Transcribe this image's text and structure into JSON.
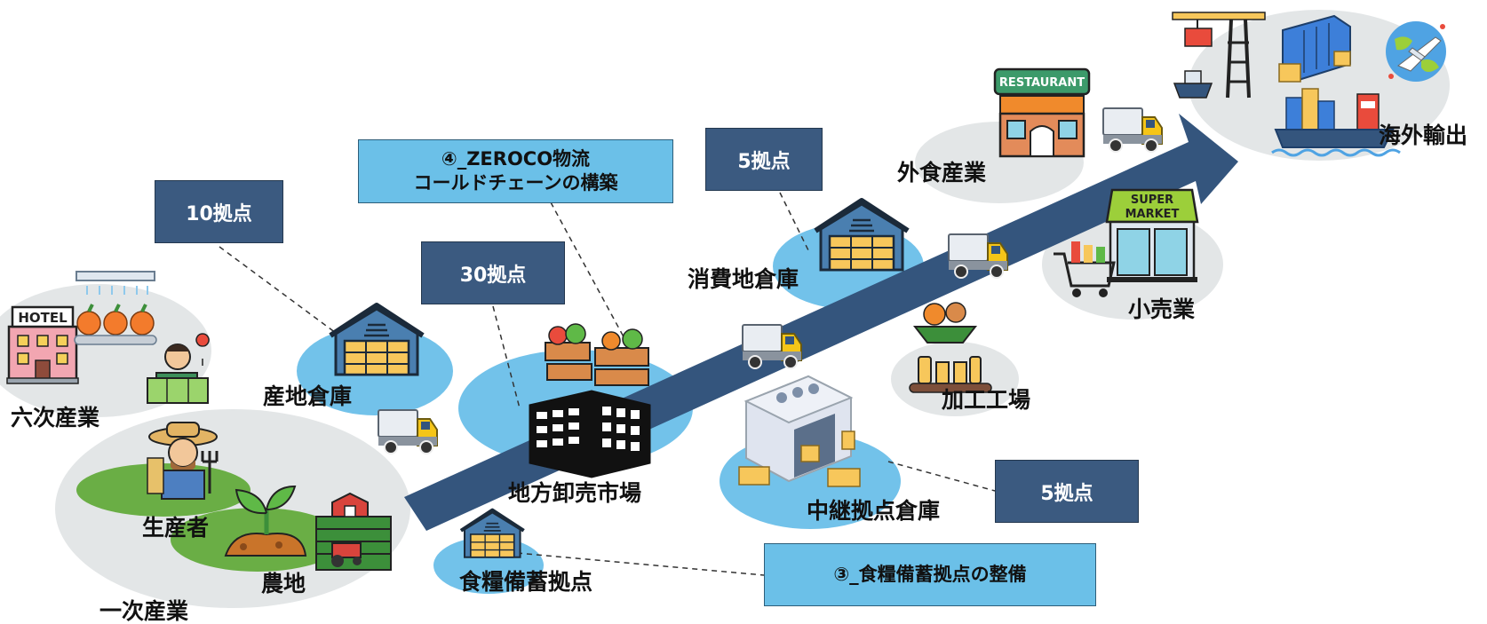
{
  "labels": {
    "rokuji": "六次産業",
    "seisansha": "生産者",
    "nochi": "農地",
    "ichiji": "一次産業",
    "sanchi": "産地倉庫",
    "chiho": "地方卸売市場",
    "shokuryo": "食糧備蓄拠点",
    "shohichi": "消費地倉庫",
    "chukei": "中継拠点倉庫",
    "kako": "加工工場",
    "gaishoku": "外食産業",
    "kouri": "小売業",
    "kaigai": "海外輸出"
  },
  "boxes": {
    "b10": "10拠点",
    "b30": "30拠点",
    "b5a": "5拠点",
    "b5b": "5拠点",
    "zeroco_line1": "④_ZEROCO物流",
    "zeroco_line2": "コールドチェーンの構築",
    "shokuryo_seibi": "③_食糧備蓄拠点の整備"
  },
  "icon_text": {
    "hotel": "HOTEL",
    "restaurant": "RESTAURANT",
    "super": "SUPER",
    "market": "MARKET"
  },
  "colors": {
    "arrow": "#34557d",
    "dark_box": "#3b5a80",
    "light_box": "#6bc0e8",
    "blue_ellipse": "#72c2ea",
    "gray_ellipse": "#e3e6e7",
    "green_field": "#6aae45"
  }
}
